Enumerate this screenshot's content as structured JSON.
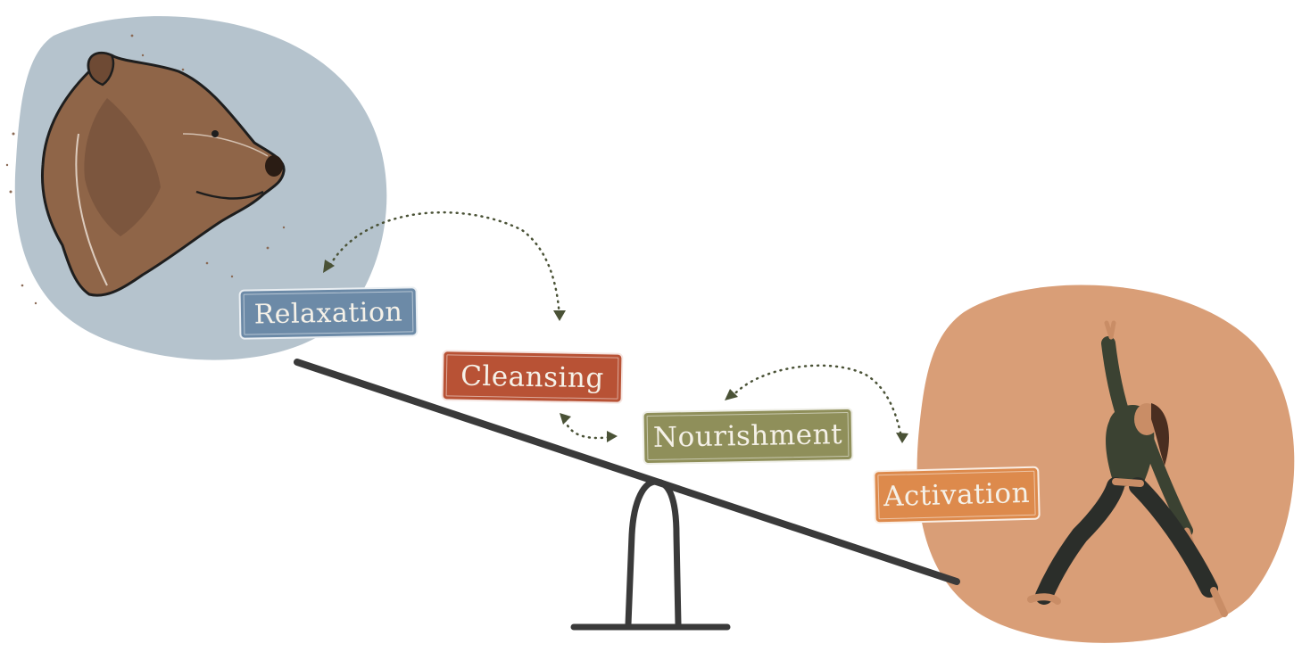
{
  "labels": {
    "relaxation": "Relaxation",
    "cleansing": "Cleansing",
    "nourishment": "Nourishment",
    "activation": "Activation"
  },
  "colors": {
    "relaxation": "#6c8aa7",
    "cleansing": "#b85235",
    "nourishment": "#8f8f5a",
    "activation": "#dd8a4c",
    "blob_left": "#b5c3cd",
    "blob_right": "#d99e77",
    "seesaw": "#3a3a3a",
    "arrows": "#4a5236"
  },
  "icons": {
    "left_circle": "bear-head-icon",
    "right_circle": "yoga-warrior-pose-icon"
  }
}
